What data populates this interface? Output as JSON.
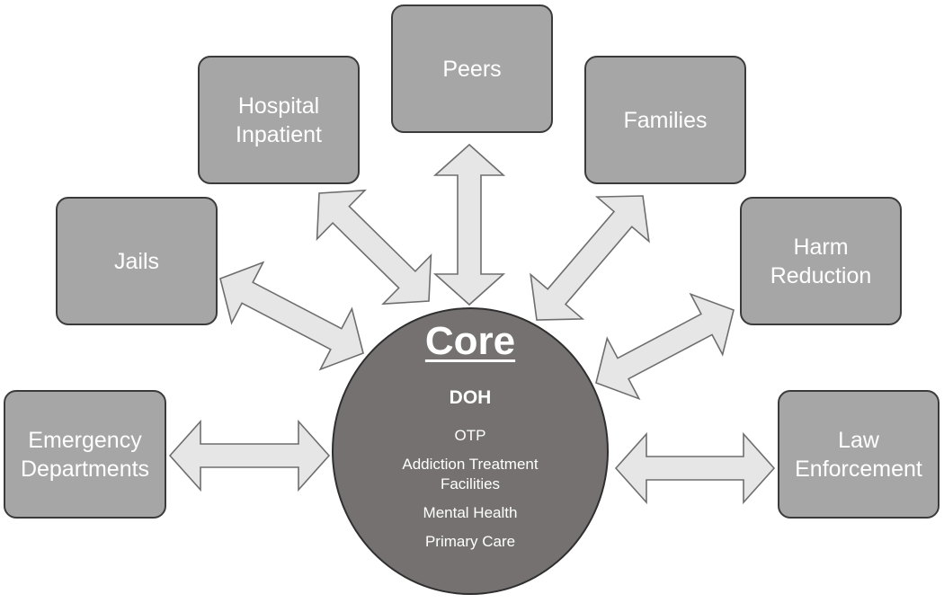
{
  "partners": {
    "peers": "Peers",
    "hospital_inpatient": "Hospital\nInpatient",
    "families": "Families",
    "jails": "Jails",
    "harm_reduction": "Harm\nReduction",
    "emergency_departments": "Emergency\nDepartments",
    "law_enforcement": "Law\nEnforcement"
  },
  "core": {
    "title": "Core",
    "lead": "DOH",
    "items": [
      "OTP",
      "Addiction Treatment\nFacilities",
      "Mental Health",
      "Primary Care"
    ]
  },
  "colors": {
    "partner_box": "#a6a6a6",
    "core_circle": "#757171",
    "arrow_fill": "#e6e6e6"
  }
}
